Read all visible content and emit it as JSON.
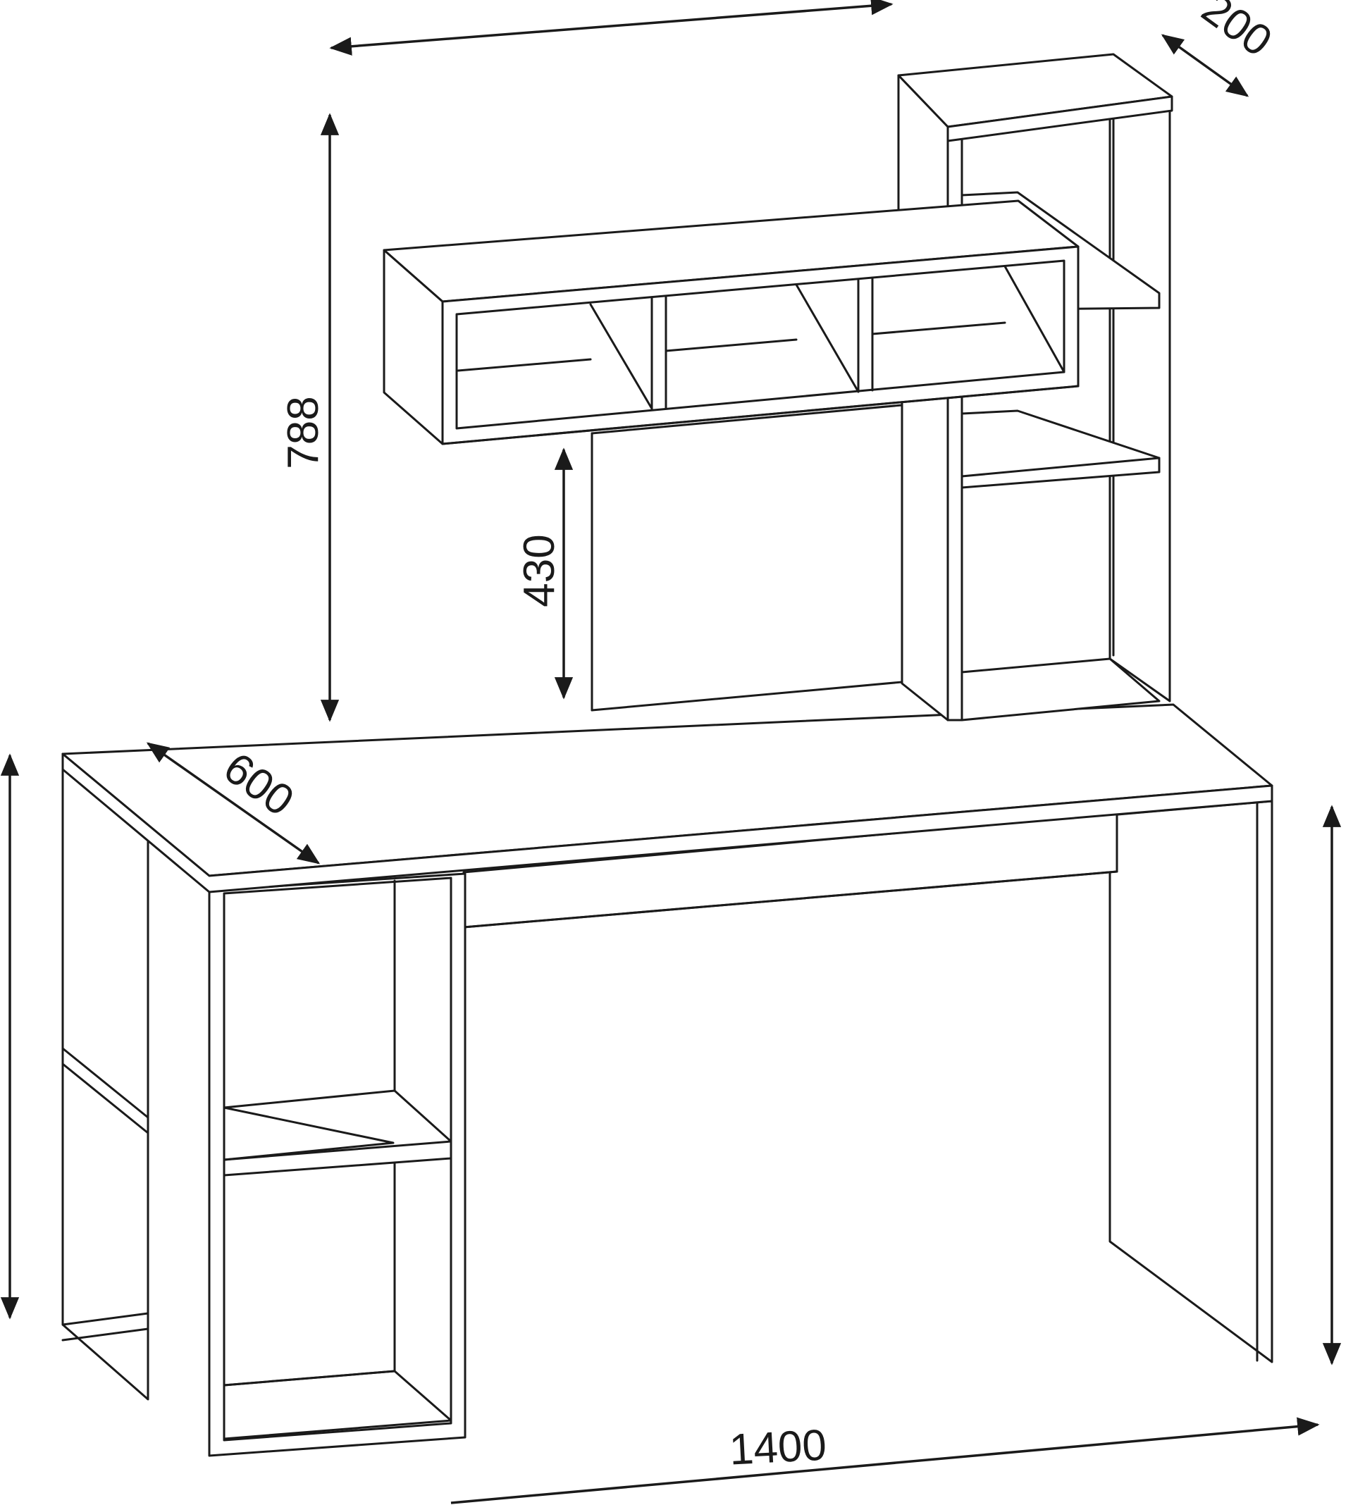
{
  "colors": {
    "line": "#1a1a1a",
    "background": "#ffffff"
  },
  "dimensions": {
    "top_width": "",
    "shelf_depth": "200",
    "upper_height": "788",
    "gap_height": "430",
    "desk_depth": "600",
    "desk_height": "",
    "right_height": "",
    "bottom_width": "1400"
  }
}
